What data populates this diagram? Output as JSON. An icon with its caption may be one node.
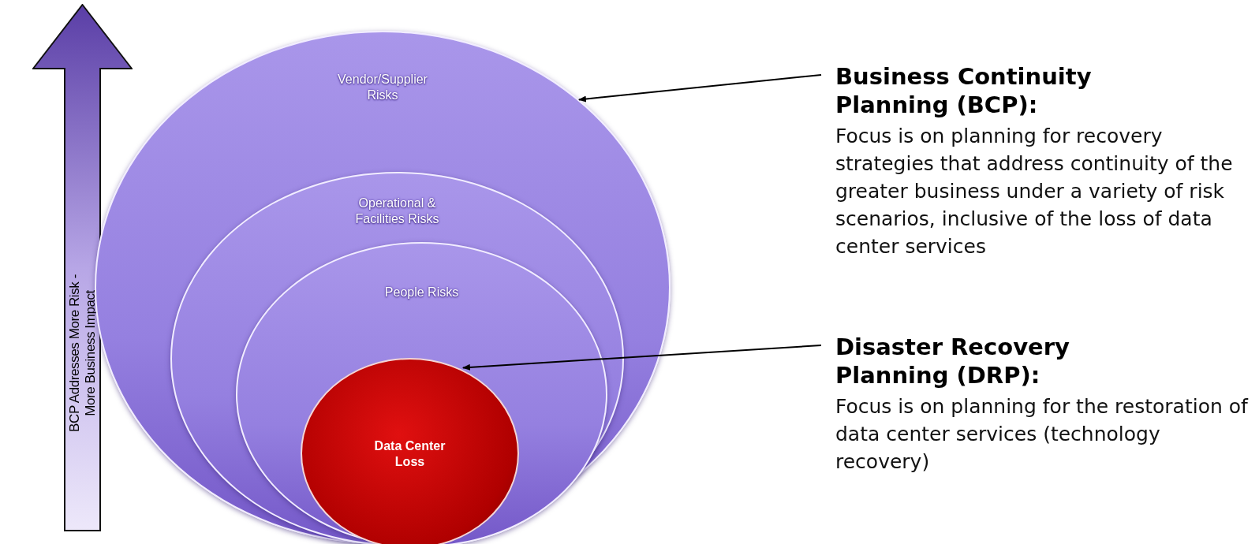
{
  "diagram": {
    "nodes": [
      {
        "text": [
          "BCP Addresses More Risk - More Business Impact"
        ]
      },
      {
        "text": [
          "Vendor/Supplier Risks"
        ]
      },
      {
        "text": [
          "Operational & Facilities Risks"
        ],
        "in": 1
      },
      {
        "text": [
          "People Risks"
        ],
        "in": 2
      },
      {
        "text": [
          "Data Center Loss"
        ],
        "in": 3
      },
      {
        "text": [
          "Business Continuity Planning (BCP):",
          "Focus is on planning for recovery strategies that address continuity of the greater business under a variety of risk scenarios, inclusive of the loss of data center services"
        ]
      },
      {
        "text": [
          "Disaster Recovery Planning (DRP):",
          "Focus is on planning for the restoration of data center services (technology recovery)"
        ]
      }
    ],
    "edges": [
      {
        "from": 5,
        "to": 1,
        "arrow": "to"
      },
      {
        "from": 6,
        "to": 4,
        "arrow": "to"
      }
    ]
  }
}
